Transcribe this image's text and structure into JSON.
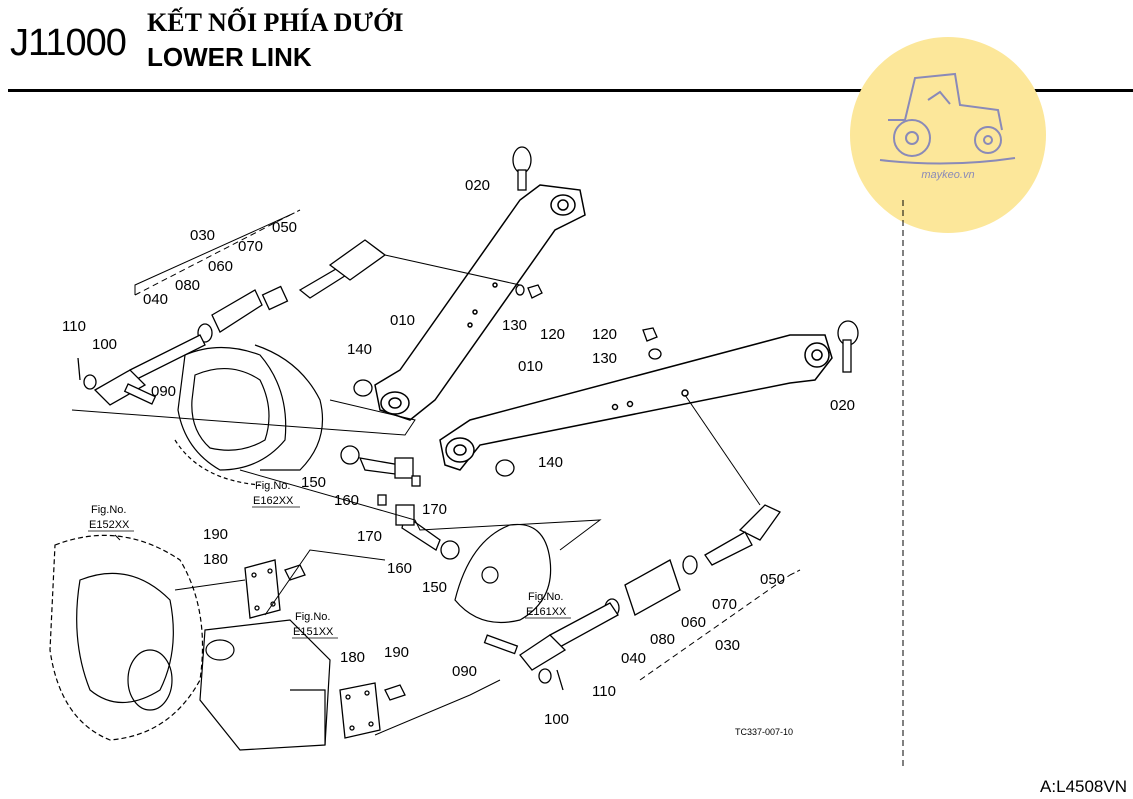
{
  "header": {
    "code": "J11000",
    "title_vn": "KẾT NỐI PHÍA DƯỚI",
    "title_en": "LOWER LINK"
  },
  "watermark": {
    "text": "maykeo.vn",
    "color": "#FCE79A"
  },
  "part_labels": [
    "020",
    "030",
    "050",
    "070",
    "060",
    "080",
    "040",
    "110",
    "100",
    "090",
    "010",
    "130",
    "120",
    "140",
    "120",
    "130",
    "010",
    "020",
    "150",
    "160",
    "170",
    "140",
    "170",
    "160",
    "150",
    "190",
    "180",
    "180",
    "190",
    "050",
    "070",
    "060",
    "080",
    "030",
    "040",
    "090",
    "110",
    "100"
  ],
  "fig_refs": [
    {
      "line1": "Fig.No.",
      "line2": "E162XX"
    },
    {
      "line1": "Fig.No.",
      "line2": "E152XX"
    },
    {
      "line1": "Fig.No.",
      "line2": "E151XX"
    },
    {
      "line1": "Fig.No.",
      "line2": "E161XX"
    }
  ],
  "drawing_code": "TC337-007-10",
  "footer": "A:L4508VN"
}
